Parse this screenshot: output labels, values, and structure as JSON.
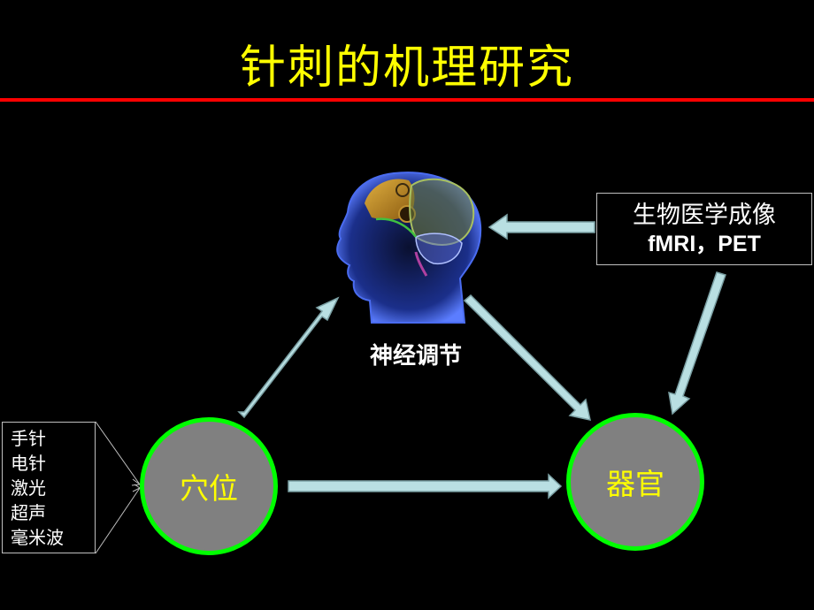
{
  "slide": {
    "title": "针刺的机理研究",
    "colors": {
      "background": "#000000",
      "title": "#ffff00",
      "title_rule": "#ff0000",
      "node_fill": "#808080",
      "node_border": "#00ff00",
      "node_text": "#ffff00",
      "arrow_fill": "#b9dfe2",
      "arrow_stroke": "#7a9fa3"
    }
  },
  "brain": {
    "image": "brain-head-icon",
    "label": "神经调节"
  },
  "imaging_box": {
    "line1": "生物医学成像",
    "line2": "fMRI，PET"
  },
  "nodes": {
    "acupoint": "穴位",
    "organ": "器官"
  },
  "methods_box": {
    "items": [
      "手针",
      "电针",
      "激光",
      "超声",
      "毫米波"
    ]
  },
  "arrows": [
    {
      "from": "穴位",
      "to": "神经调节"
    },
    {
      "from": "神经调节",
      "to": "器官"
    },
    {
      "from": "穴位",
      "to": "器官"
    },
    {
      "from": "生物医学成像",
      "to": "神经调节"
    },
    {
      "from": "生物医学成像",
      "to": "器官"
    },
    {
      "from": "methods_box",
      "to": "穴位"
    }
  ]
}
